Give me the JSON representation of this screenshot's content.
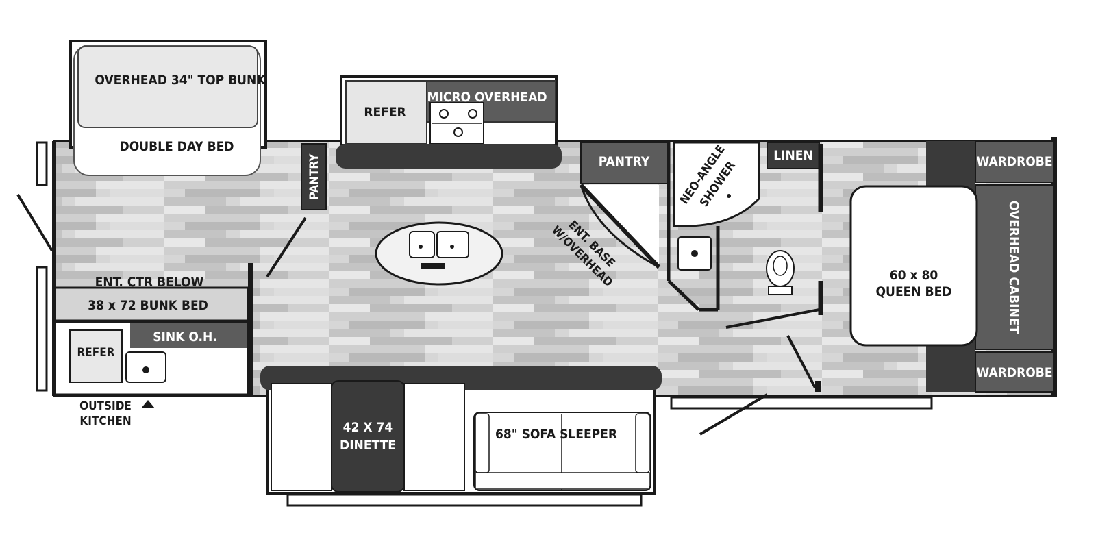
{
  "floorplan": {
    "labels": {
      "top_bunk": "OVERHEAD 34\" TOP BUNK",
      "day_bed": "DOUBLE DAY BED",
      "pantry_left": "PANTRY",
      "refer_main": "REFER",
      "micro_overhead": "MICRO OVERHEAD",
      "pantry_right": "PANTRY",
      "shower_line1": "NEO-ANGLE",
      "shower_line2": "SHOWER",
      "linen": "LINEN",
      "wardrobe_top": "WARDROBE",
      "wardrobe_bottom": "WARDROBE",
      "overhead_cabinet": "OVERHEAD CABINET",
      "queen_line1": "60 x 80",
      "queen_line2": "QUEEN BED",
      "ent_base_line1": "ENT. BASE",
      "ent_base_line2": "W/OVERHEAD",
      "ent_ctr_below": "ENT. CTR BELOW",
      "bunk_bed": "38 x 72 BUNK BED",
      "sink_oh": "SINK O.H.",
      "refer_outside": "REFER",
      "outside_line1": "OUTSIDE",
      "outside_line2": "KITCHEN",
      "dinette_line1": "42 X 74",
      "dinette_line2": "DINETTE",
      "sofa_sleeper": "68\" SOFA SLEEPER"
    },
    "colors": {
      "wall": "#1a1a1a",
      "dark_fill": "#3a3a3a",
      "mid_fill": "#5c5c5c",
      "light_fill": "#f2f2f2",
      "floor_light": "#d9d9d9",
      "floor_dark": "#b8b8b8"
    }
  }
}
